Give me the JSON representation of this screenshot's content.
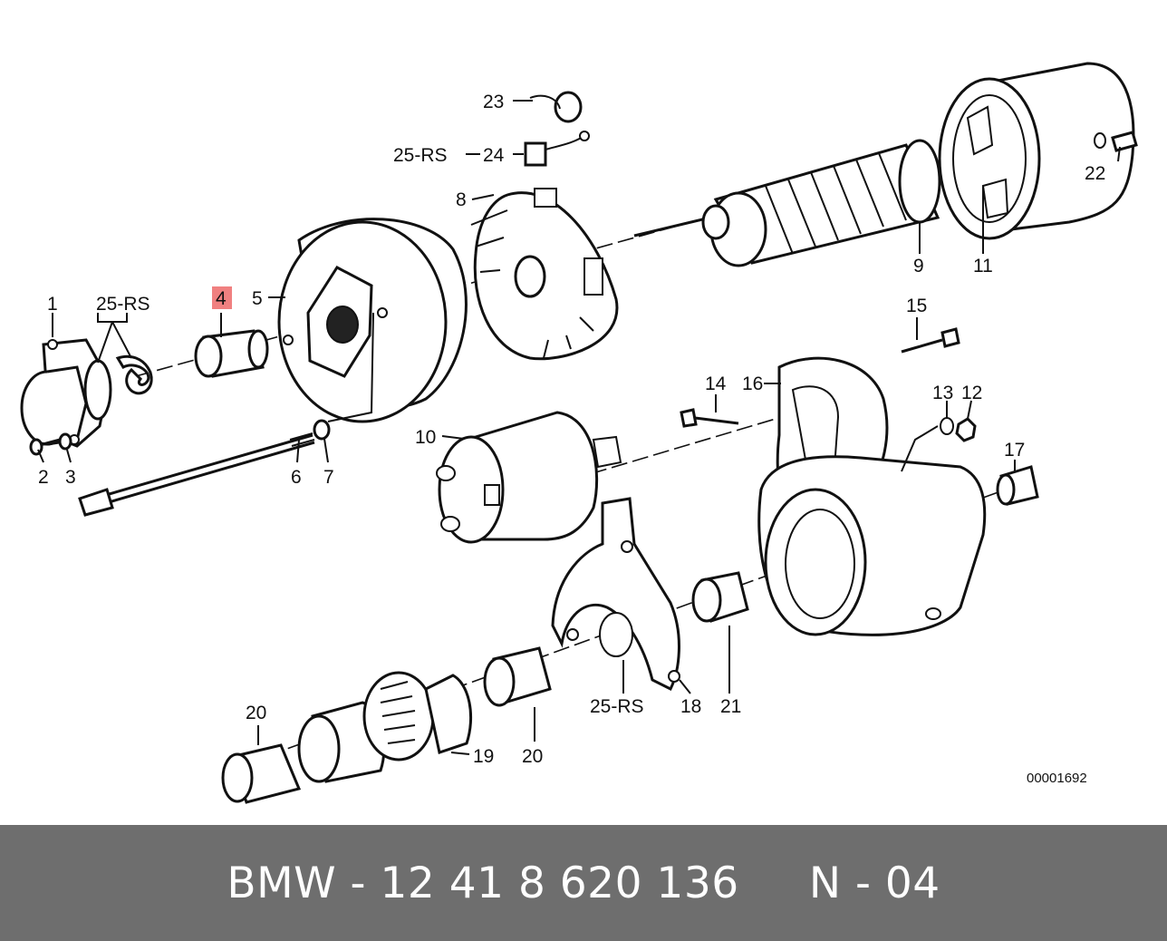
{
  "diagram": {
    "labels": {
      "l1": "1",
      "l25rs_a": "25-RS",
      "l4": "4",
      "l5": "5",
      "l2": "2",
      "l3": "3",
      "l6": "6",
      "l7": "7",
      "l8": "8",
      "l23": "23",
      "l25rs_b": "25-RS",
      "l24": "24",
      "l9": "9",
      "l11": "11",
      "l22": "22",
      "l10": "10",
      "l14": "14",
      "l16": "16",
      "l15": "15",
      "l13": "13",
      "l12": "12",
      "l17": "17",
      "l20a": "20",
      "l19": "19",
      "l20b": "20",
      "l25rs_c": "25-RS",
      "l18": "18",
      "l21": "21"
    },
    "reference_number": "00001692",
    "highlight_color": "#f08080"
  },
  "footer": {
    "caption": "BMW - 12 41 8 620 136     N - 04"
  }
}
